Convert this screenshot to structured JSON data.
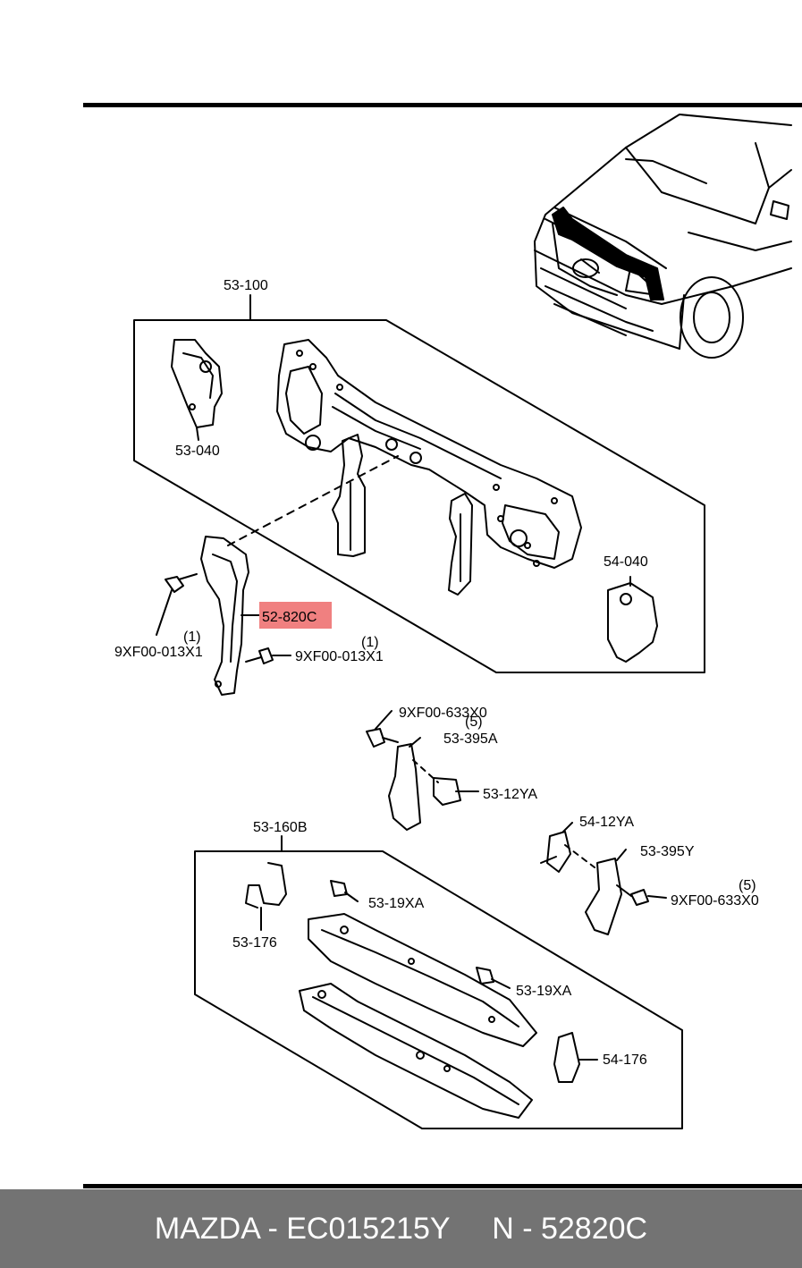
{
  "callouts": {
    "main_assembly": "53-100",
    "bracket_left": "53-040",
    "bracket_right": "54-040",
    "highlighted_part": "52-820C",
    "bolt_a": "9XF00-013X1",
    "bolt_a_qty": "(1)",
    "bolt_b": "9XF00-013X1",
    "bolt_b_qty": "(1)",
    "bolt_c": "9XF00-633X0",
    "bolt_c_qty": "(5)",
    "bracket_395a": "53-395A",
    "bracket_12ya_53": "53-12YA",
    "bracket_12ya_54": "54-12YA",
    "bracket_395y": "53-395Y",
    "bolt_d": "9XF00-633X0",
    "bolt_d_qty": "(5)",
    "lower_assembly": "53-160B",
    "clip_left": "53-19XA",
    "clip_right": "53-19XA",
    "bracket_176_53": "53-176",
    "bracket_176_54": "54-176"
  },
  "highlight_color": "#f08080",
  "footer": {
    "text": "MAZDA - EC015215Y     N - 52820C"
  }
}
